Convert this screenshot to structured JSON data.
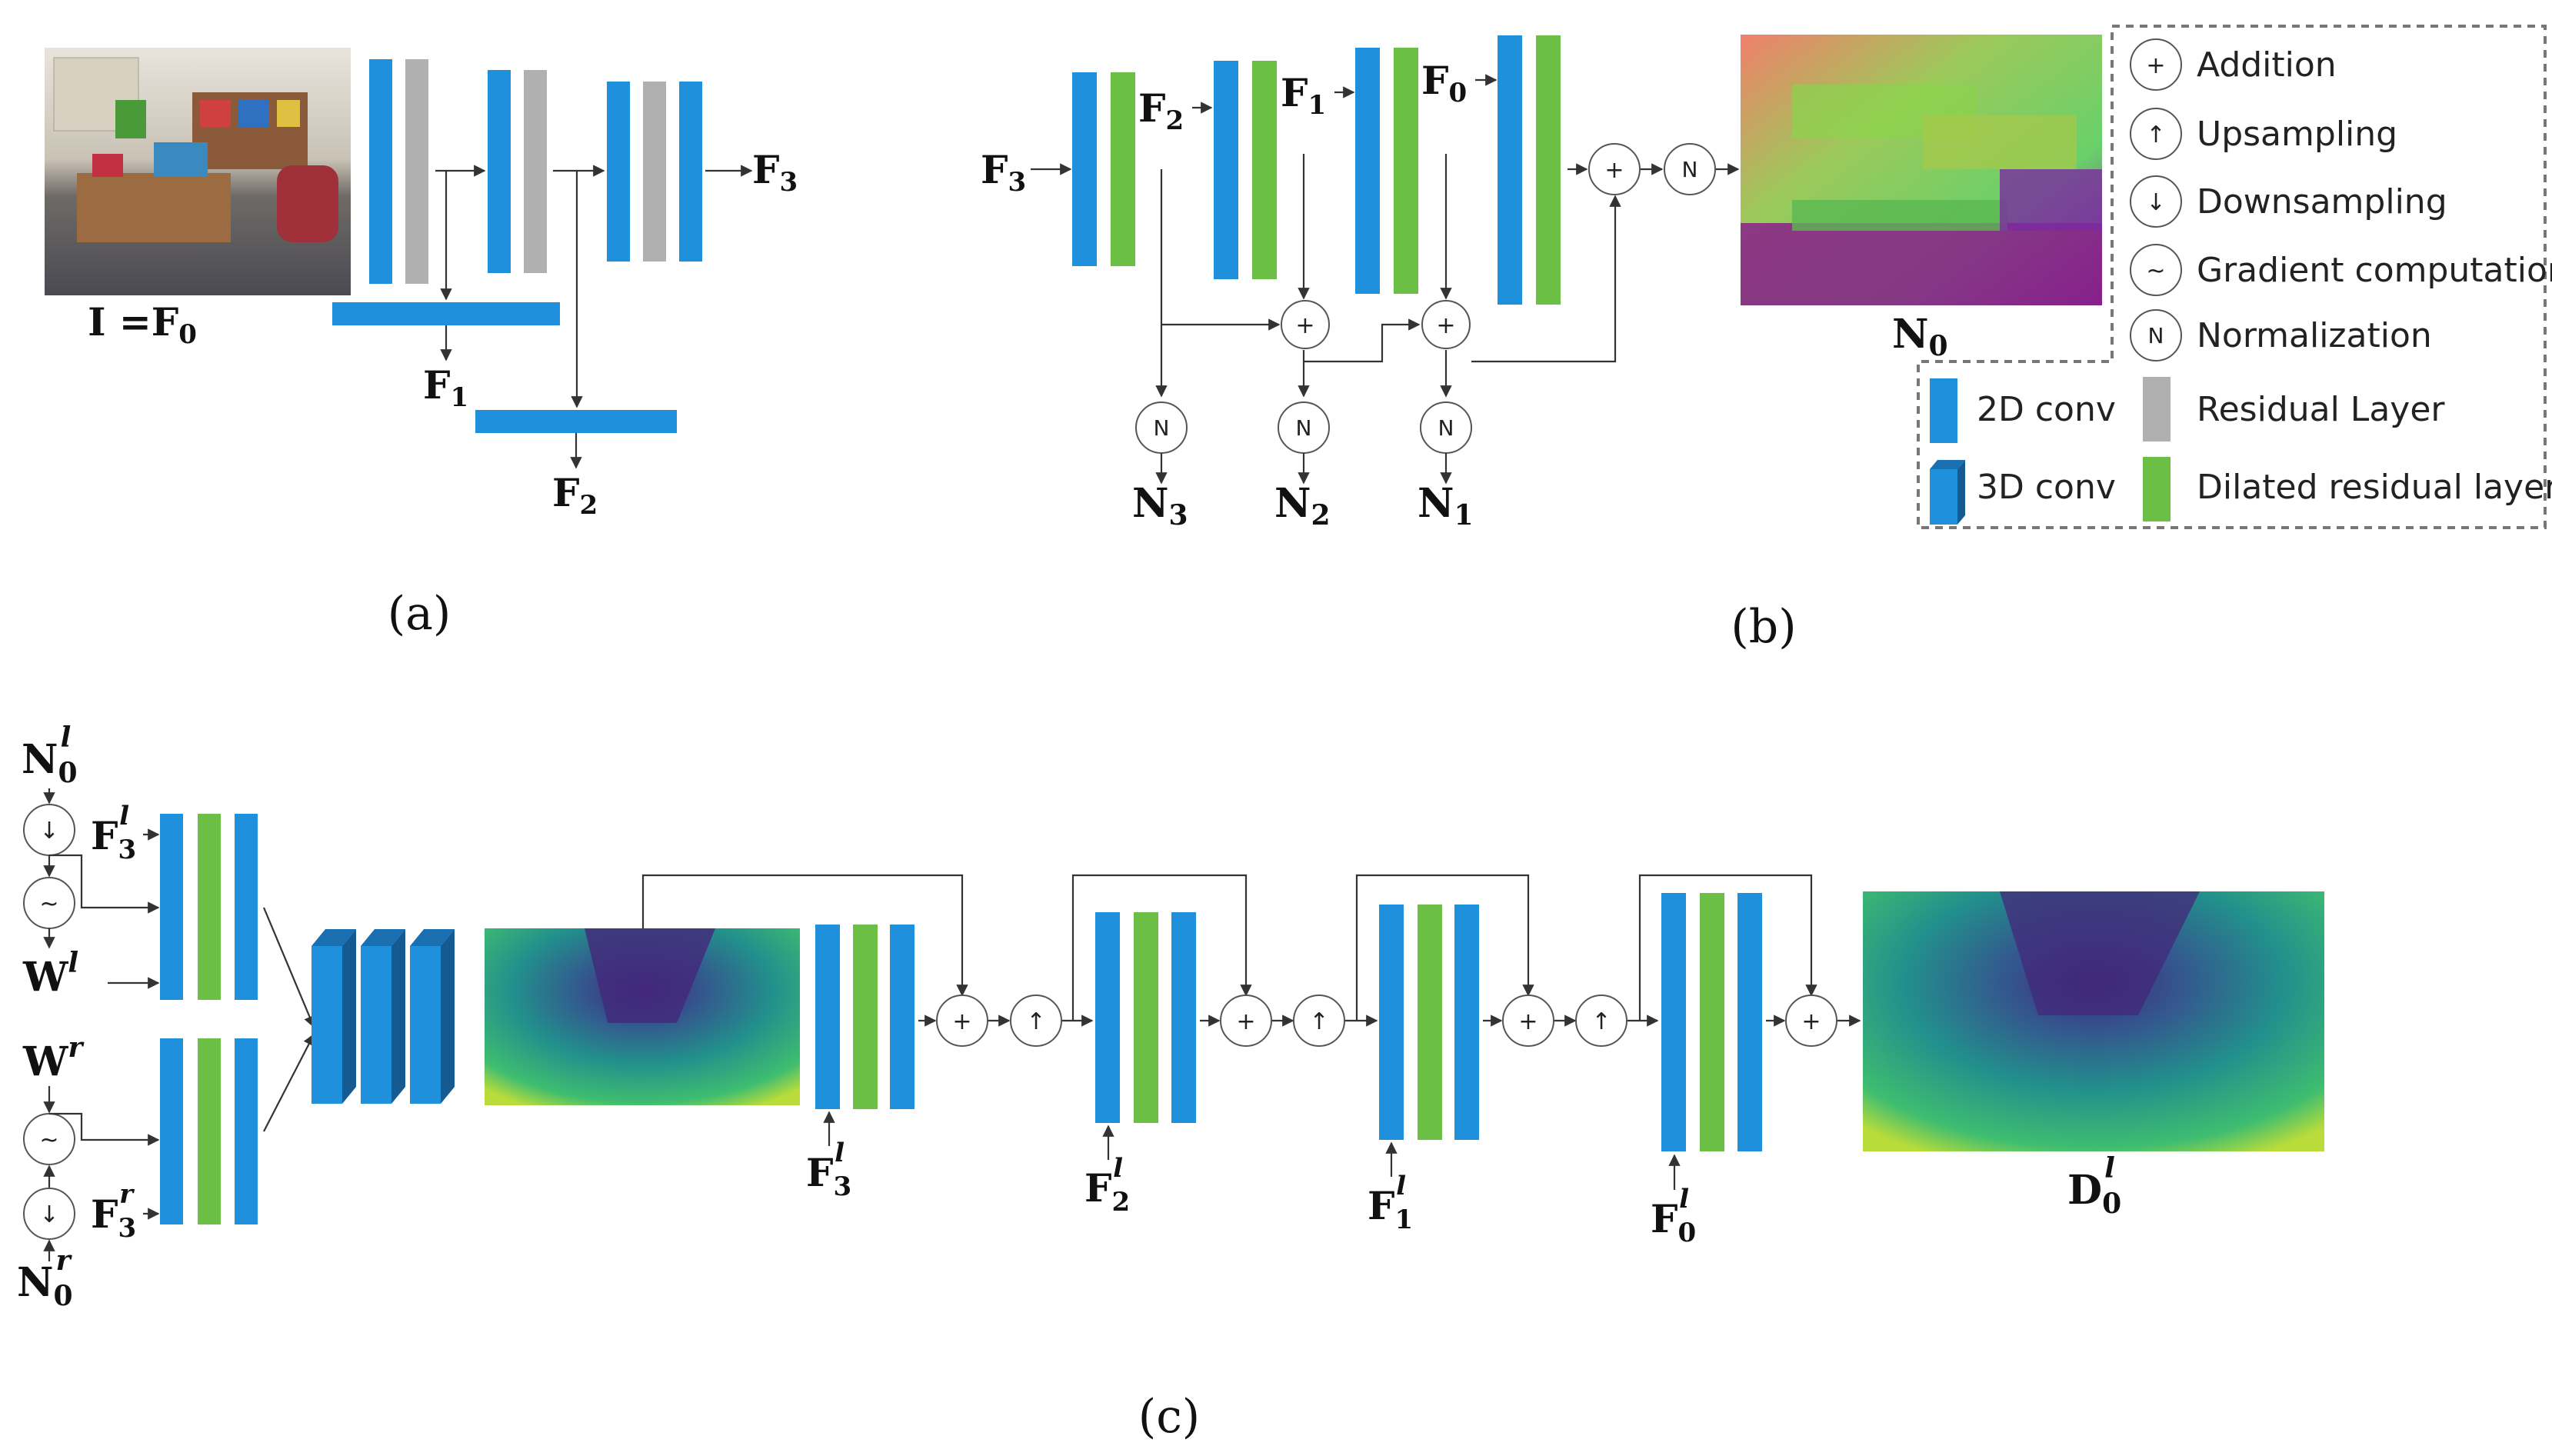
{
  "captions": {
    "a": "(a)",
    "b": "(b)",
    "c": "(c)"
  },
  "colors": {
    "conv2d": "#1e90dc",
    "residual": "#b0b0b0",
    "dilated": "#6cbf45",
    "line": "#333333"
  },
  "panel_a": {
    "input_main": "I =F",
    "input_sub": "0",
    "out1_main": "F",
    "out1_sub": "1",
    "out2_main": "F",
    "out2_sub": "2",
    "out3_main": "F",
    "out3_sub": "3"
  },
  "panel_b": {
    "in_main": "F",
    "in_sub": "3",
    "f2_main": "F",
    "f2_sub": "2",
    "f1_main": "F",
    "f1_sub": "1",
    "f0_main": "F",
    "f0_sub": "0",
    "n3_main": "N",
    "n3_sub": "3",
    "n2_main": "N",
    "n2_sub": "2",
    "n1_main": "N",
    "n1_sub": "1",
    "n0_main": "N",
    "n0_sub": "0"
  },
  "panel_c": {
    "n0l_main": "N",
    "n0l_sub": "0",
    "n0l_sup": "l",
    "n0r_main": "N",
    "n0r_sub": "0",
    "n0r_sup": "r",
    "wl_main": "W",
    "wl_sup": "l",
    "wr_main": "W",
    "wr_sup": "r",
    "f3l_main": "F",
    "f3l_sub": "3",
    "f3l_sup": "l",
    "f3r_main": "F",
    "f3r_sub": "3",
    "f3r_sup": "r",
    "f3l_b_main": "F",
    "f3l_b_sub": "3",
    "f3l_b_sup": "l",
    "f2l_main": "F",
    "f2l_sub": "2",
    "f2l_sup": "l",
    "f1l_main": "F",
    "f1l_sub": "1",
    "f1l_sup": "l",
    "f0l_main": "F",
    "f0l_sub": "0",
    "f0l_sup": "l",
    "d0l_main": "D",
    "d0l_sub": "0",
    "d0l_sup": "l"
  },
  "symbols": {
    "add": "+",
    "up": "↑",
    "down": "↓",
    "grad": "~",
    "norm": "N"
  },
  "legend": {
    "addition": "Addition",
    "upsampling": "Upsampling",
    "downsampling": "Downsampling",
    "gradient": "Gradient computation",
    "normalization": "Normalization",
    "conv2d": "2D conv",
    "conv3d": "3D conv",
    "residual": "Residual Layer",
    "dilated": "Dilated residual layer"
  }
}
